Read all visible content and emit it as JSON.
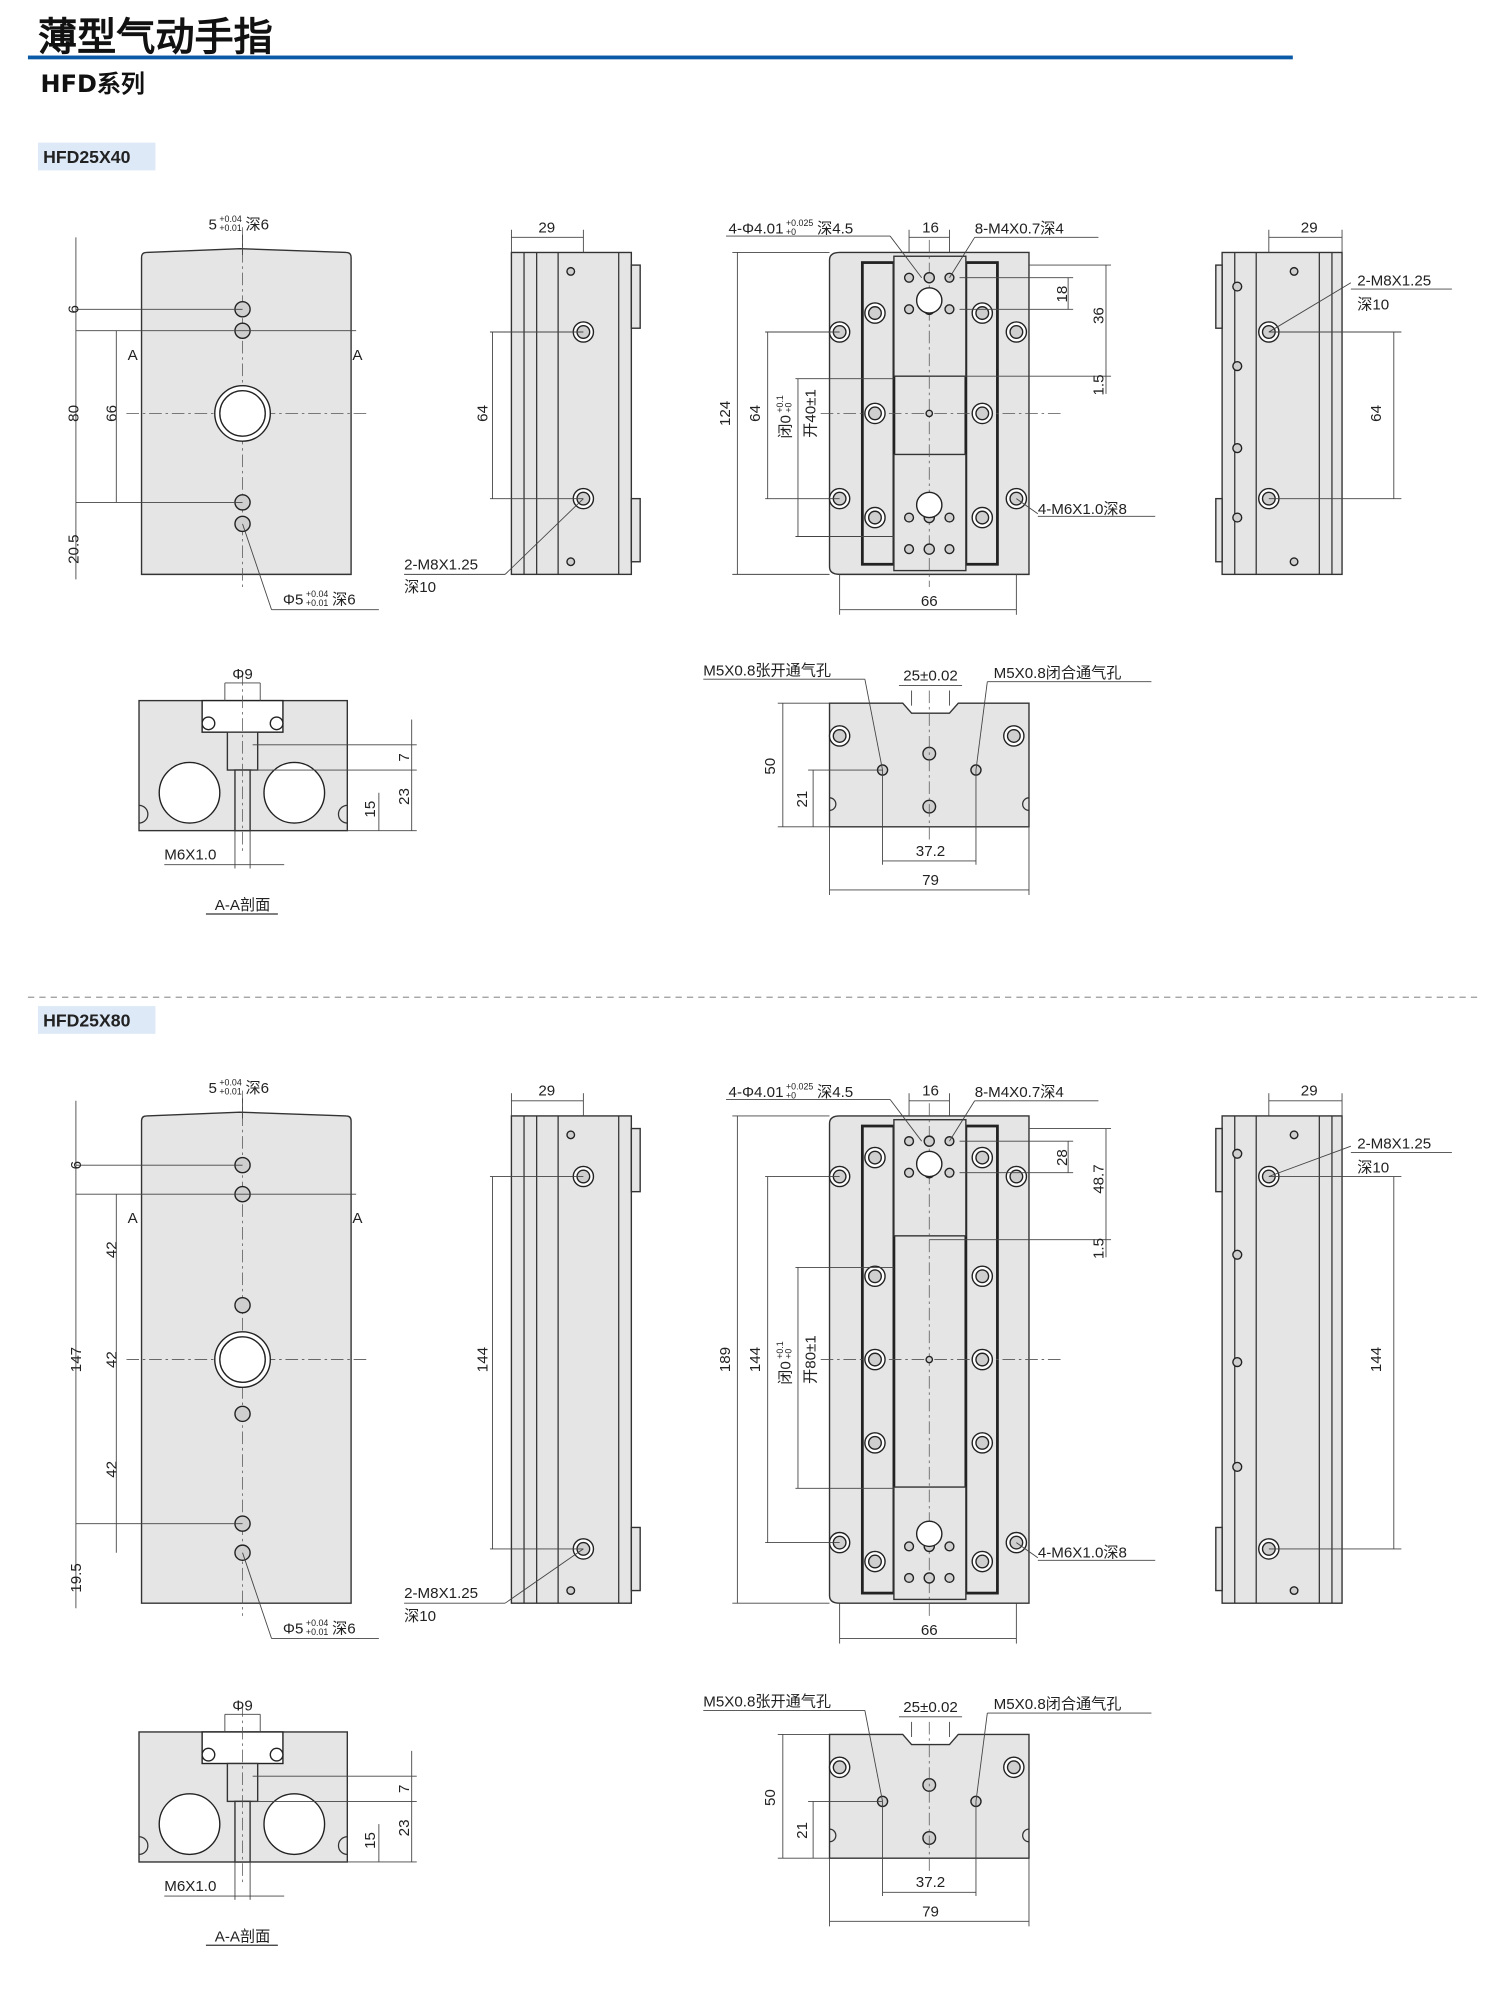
{
  "header": {
    "title": "薄型气动手指",
    "subtitle": "HFD系列",
    "accent_color": "#0b5aa8",
    "model_box_color": "#dde9f7"
  },
  "sections": [
    {
      "model": "HFD25X40",
      "front": {
        "pin_hole": {
          "base": "5",
          "tol_up": "+0.04",
          "tol_low": "+0.01",
          "suffix": "深6"
        },
        "dims": [
          "6",
          "80",
          "66",
          "20.5"
        ],
        "section_mark": "A",
        "bottom_hole": {
          "base": "Φ5",
          "tol_up": "+0.04",
          "tol_low": "+0.01",
          "suffix": "深6"
        }
      },
      "side": {
        "width": "29",
        "pitch": "64",
        "thread": "2-M8X1.25",
        "depth": "深10"
      },
      "top": {
        "pin": {
          "base": "4-Φ4.01",
          "tol_up": "+0.025",
          "tol_low": "+0",
          "suffix": "深4.5"
        },
        "jaw_width": "16",
        "thread": "8-M4X0.7深4",
        "d1": "18",
        "d2": "36",
        "gap": "1.5",
        "length": "124",
        "pitch": "64",
        "closed": {
          "base": "闭0",
          "tol_up": "+0.1",
          "tol_low": "+0"
        },
        "open": "开40±1",
        "mount": "4-M6X1.0深8",
        "span": "66"
      },
      "right": {
        "width": "29",
        "thread": "2-M8X1.25",
        "depth": "深10",
        "pitch": "64"
      },
      "section": {
        "bore": "Φ9",
        "d7": "7",
        "d23": "23",
        "d15": "15",
        "thread": "M6X1.0",
        "caption": "A-A剖面"
      },
      "bottom": {
        "port_open": "M5X0.8张开通气孔",
        "jaw": "25±0.02",
        "port_close": "M5X0.8闭合通气孔",
        "height": "50",
        "d21": "21",
        "pitch": "37.2",
        "width": "79"
      }
    },
    {
      "model": "HFD25X80",
      "front": {
        "pin_hole": {
          "base": "5",
          "tol_up": "+0.04",
          "tol_low": "+0.01",
          "suffix": "深6"
        },
        "dims": [
          "6",
          "42",
          "147",
          "42",
          "42",
          "19.5"
        ],
        "section_mark": "A",
        "bottom_hole": {
          "base": "Φ5",
          "tol_up": "+0.04",
          "tol_low": "+0.01",
          "suffix": "深6"
        }
      },
      "side": {
        "width": "29",
        "pitch": "144",
        "thread": "2-M8X1.25",
        "depth": "深10"
      },
      "top": {
        "pin": {
          "base": "4-Φ4.01",
          "tol_up": "+0.025",
          "tol_low": "+0",
          "suffix": "深4.5"
        },
        "jaw_width": "16",
        "thread": "8-M4X0.7深4",
        "d1": "28",
        "d2": "48.7",
        "gap": "1.5",
        "length": "189",
        "pitch": "144",
        "closed": {
          "base": "闭0",
          "tol_up": "+0.1",
          "tol_low": "+0"
        },
        "open": "开80±1",
        "mount": "4-M6X1.0深8",
        "span": "66"
      },
      "right": {
        "width": "29",
        "thread": "2-M8X1.25",
        "depth": "深10",
        "pitch": "144"
      },
      "section": {
        "bore": "Φ9",
        "d7": "7",
        "d23": "23",
        "d15": "15",
        "thread": "M6X1.0",
        "caption": "A-A剖面"
      },
      "bottom": {
        "port_open": "M5X0.8张开通气孔",
        "jaw": "25±0.02",
        "port_close": "M5X0.8闭合通气孔",
        "height": "50",
        "d21": "21",
        "pitch": "37.2",
        "width": "79"
      }
    }
  ]
}
